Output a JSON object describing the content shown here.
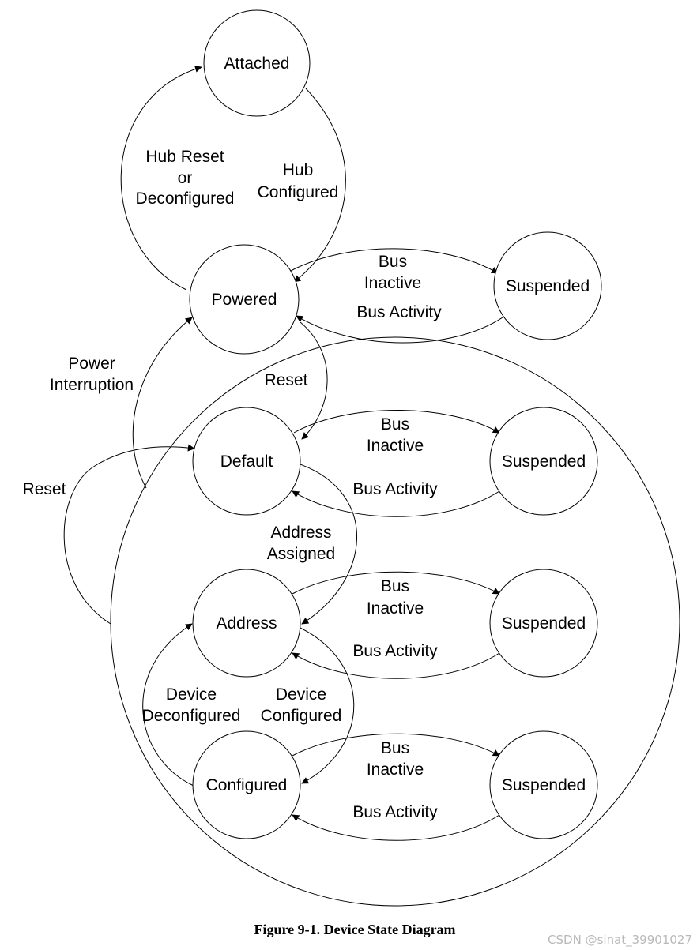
{
  "states": {
    "attached": "Attached",
    "powered": "Powered",
    "default": "Default",
    "address": "Address",
    "configured": "Configured",
    "suspended": "Suspended"
  },
  "transitions": {
    "hub_reset_or_deconfigured": [
      "Hub Reset",
      "or",
      "Deconfigured"
    ],
    "hub_configured": [
      "Hub",
      "Configured"
    ],
    "bus_inactive": [
      "Bus",
      "Inactive"
    ],
    "bus_activity": "Bus Activity",
    "reset": "Reset",
    "power_interruption": [
      "Power",
      "Interruption"
    ],
    "address_assigned": [
      "Address",
      "Assigned"
    ],
    "device_deconfigured": [
      "Device",
      "Deconfigured"
    ],
    "device_configured": [
      "Device",
      "Configured"
    ]
  },
  "caption": "Figure 9-1.  Device State Diagram",
  "watermark": "CSDN @sinat_39901027"
}
